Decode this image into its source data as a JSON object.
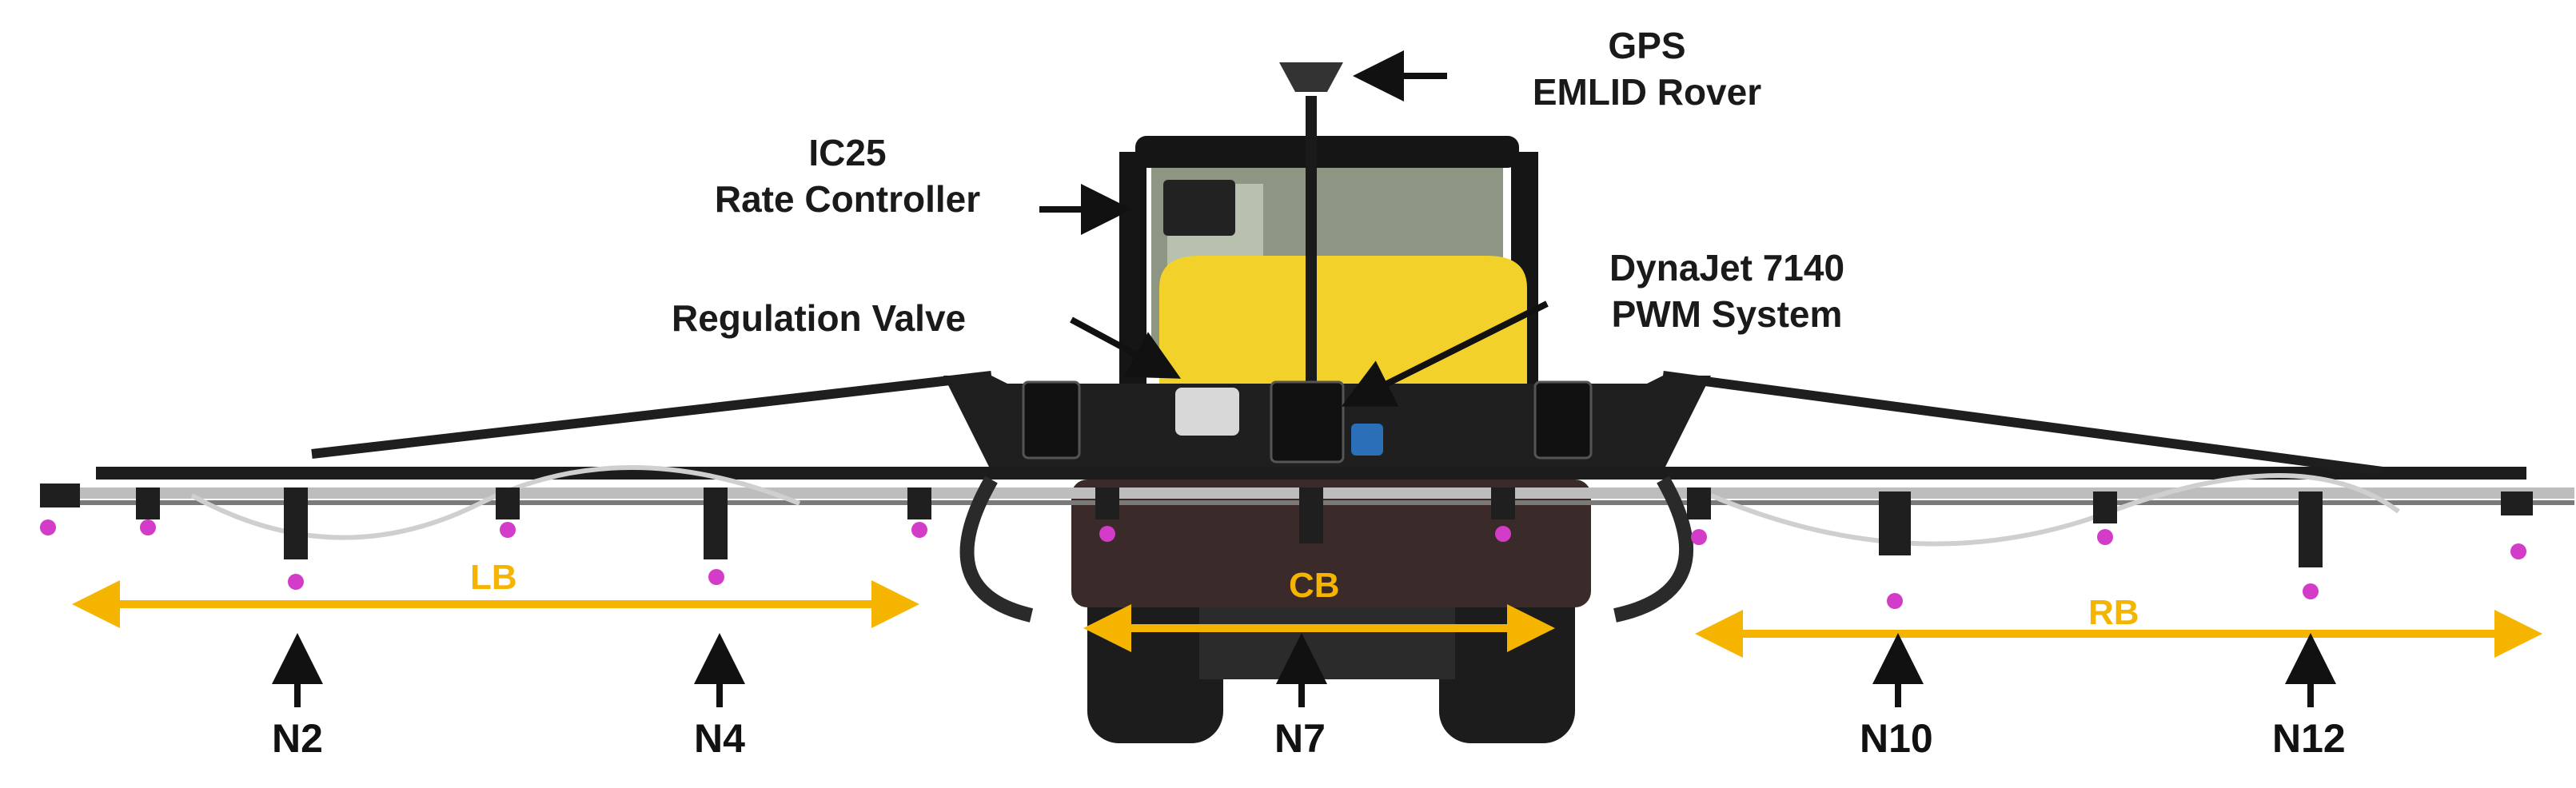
{
  "annotations": {
    "gps_line1": "GPS",
    "gps_line2": "EMLID Rover",
    "rate_line1": "IC25",
    "rate_line2": "Rate Controller",
    "valve": "Regulation Valve",
    "pwm_line1": "DynaJet 7140",
    "pwm_line2": "PWM System"
  },
  "segments": {
    "left": "LB",
    "center": "CB",
    "right": "RB"
  },
  "nozzles": [
    "N2",
    "N4",
    "N7",
    "N10",
    "N12"
  ],
  "colors": {
    "segment_arrow": "#f5b400",
    "label_text": "#1a1a1a",
    "nozzle_tip": "#d23cc8",
    "frame": "#1e1e1e",
    "tank": "#f2d12a"
  }
}
